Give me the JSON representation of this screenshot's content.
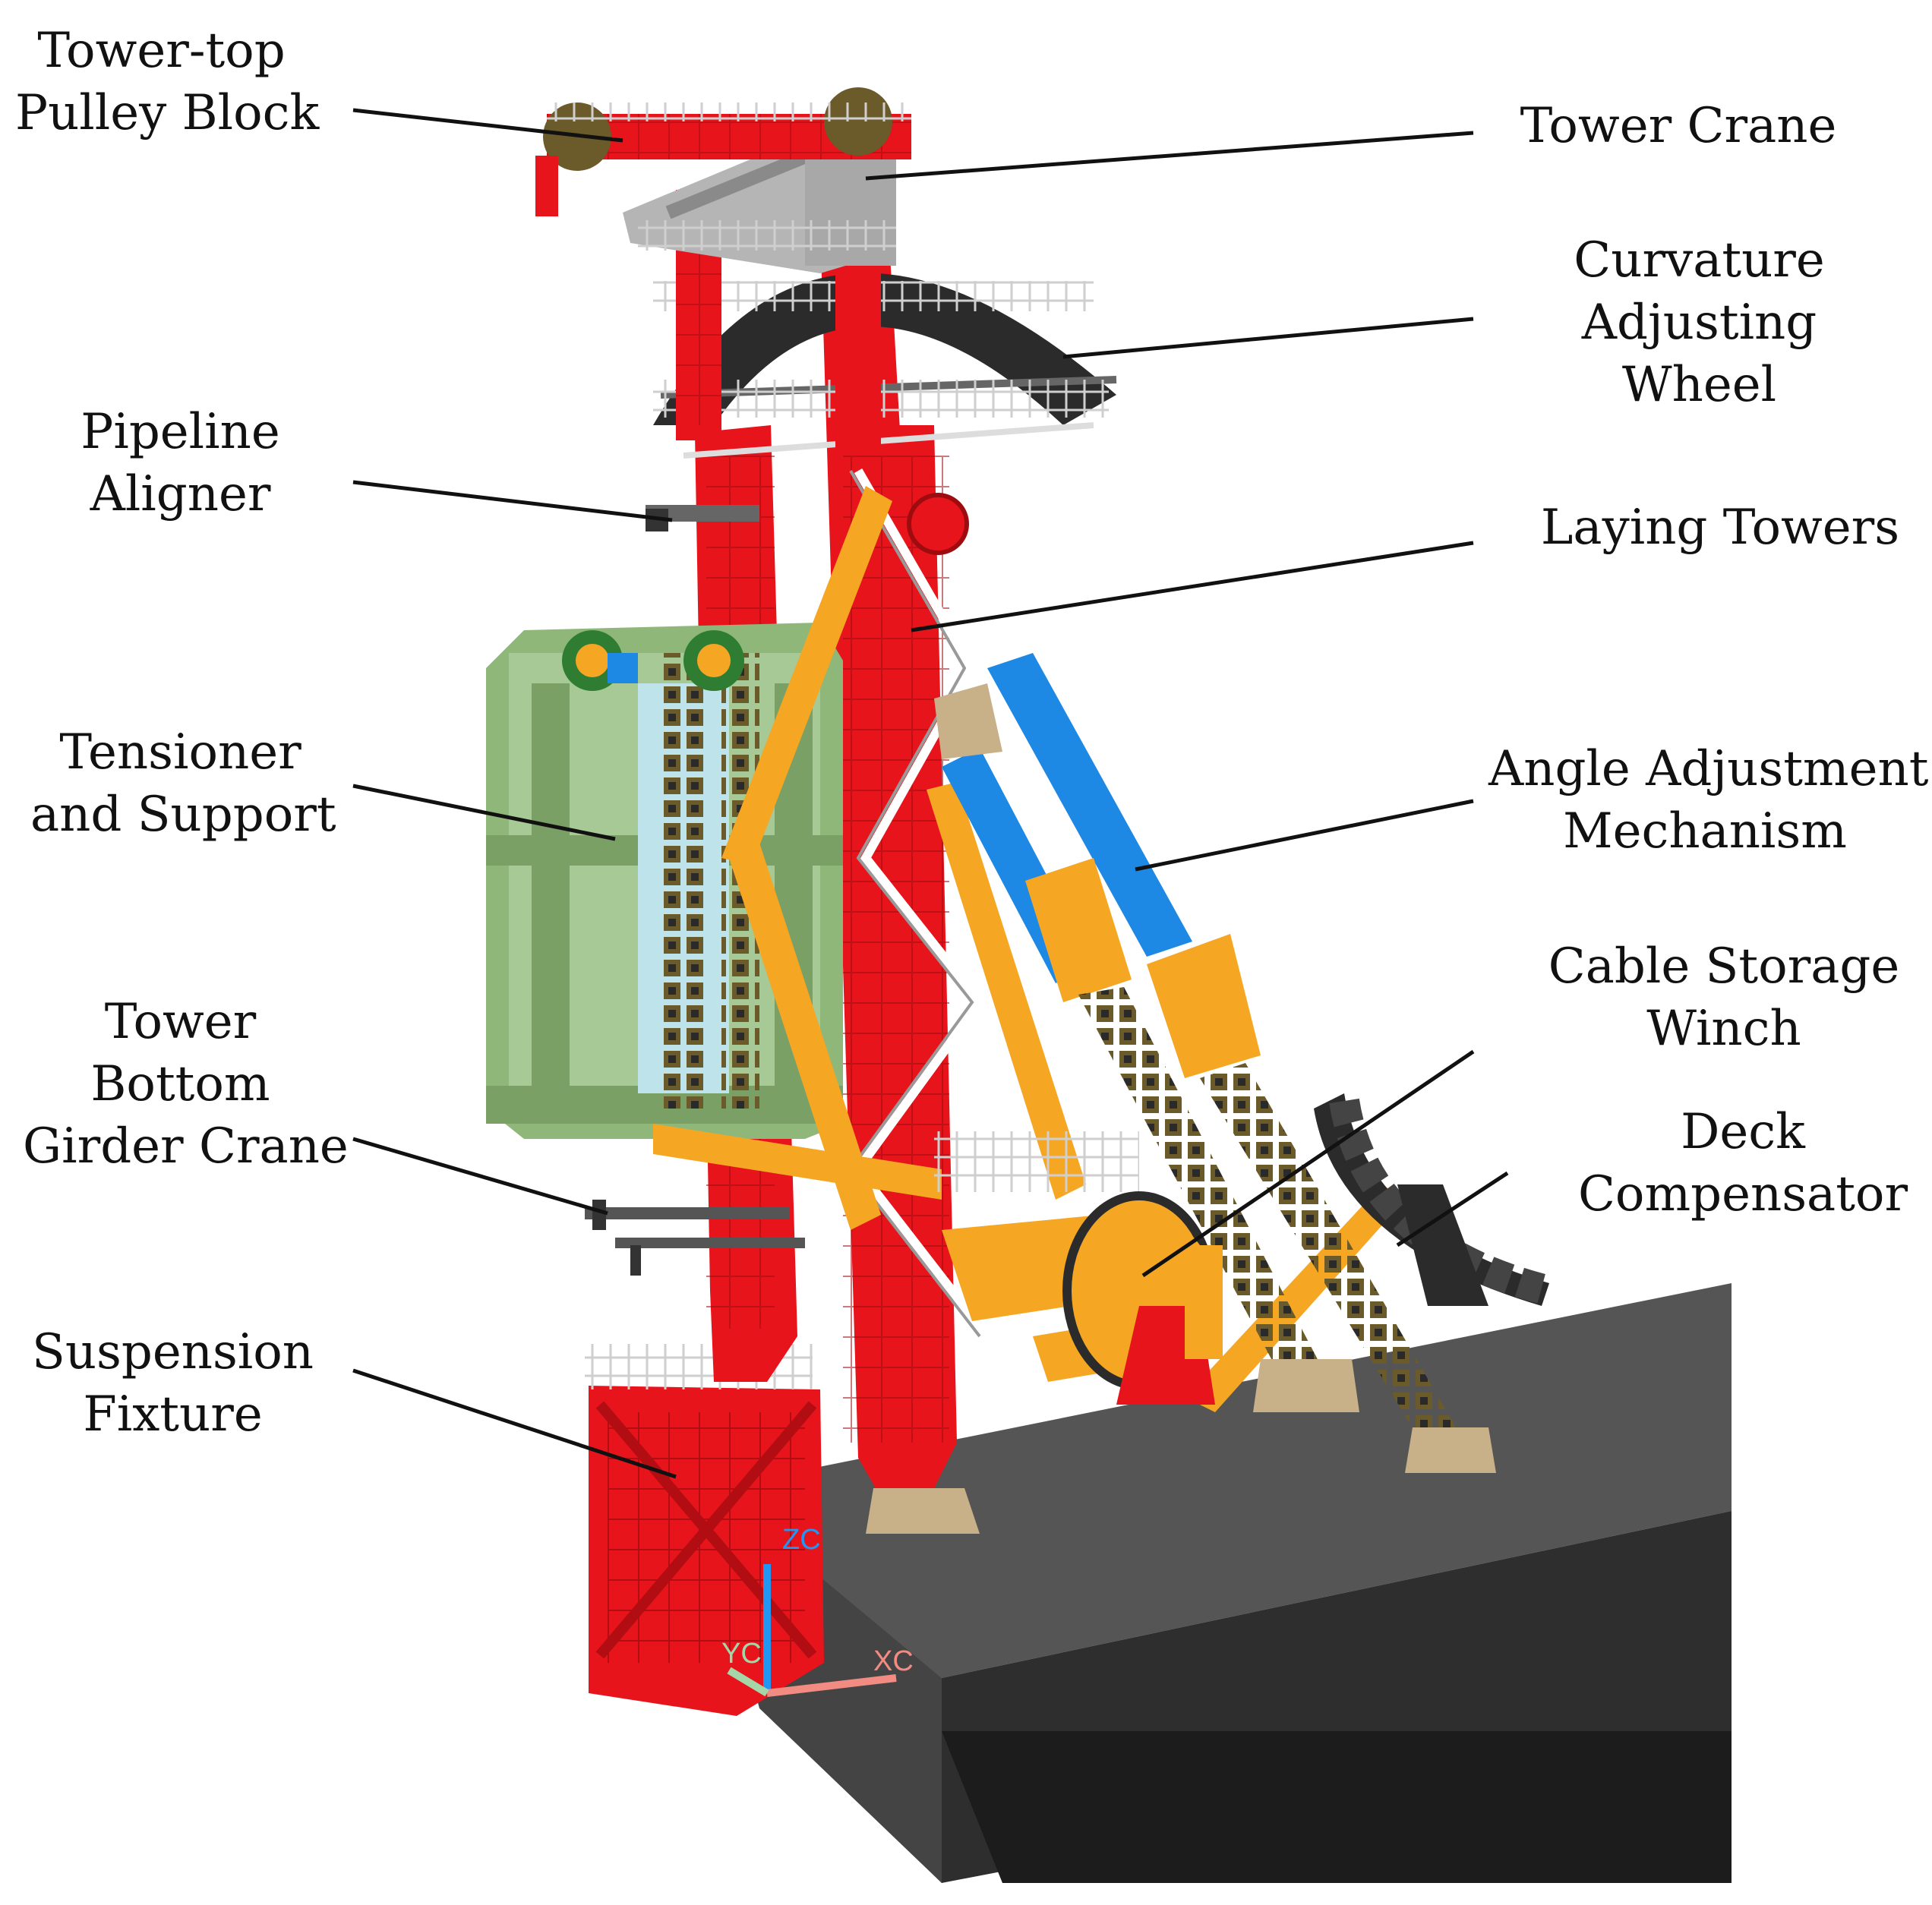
{
  "labels": {
    "tower_top_pulley_block": [
      "Tower-top",
      "Pulley Block"
    ],
    "pipeline_aligner": [
      "Pipeline",
      "Aligner"
    ],
    "tensioner_and_support": [
      "Tensioner",
      "and Support"
    ],
    "tower_bottom_girder_crane": [
      "Tower",
      "Bottom",
      "Girder Crane"
    ],
    "suspension_fixture": [
      "Suspension",
      "Fixture"
    ],
    "tower_crane": [
      "Tower Crane"
    ],
    "curvature_adjusting_wheel": [
      "Curvature",
      "Adjusting",
      "Wheel"
    ],
    "laying_towers": [
      "Laying Towers"
    ],
    "angle_adjustment_mechanism": [
      "Angle Adjustment",
      "Mechanism"
    ],
    "cable_storage_winch": [
      "Cable Storage",
      "Winch"
    ],
    "deck_compensator": [
      "Deck",
      "Compensator"
    ]
  },
  "axes": {
    "z": "ZC",
    "y": "YC",
    "x": "XC"
  },
  "colors": {
    "tower_red": "#e8141b",
    "tensioner_green": "#8fb77a",
    "arm_orange": "#f5a623",
    "cylinder_blue": "#1e88e5",
    "deck_dark": "#3a3a3a",
    "deck_top": "#4a4a4a",
    "rail_white": "#f2f2f2",
    "wheel_black": "#2b2b2b"
  }
}
